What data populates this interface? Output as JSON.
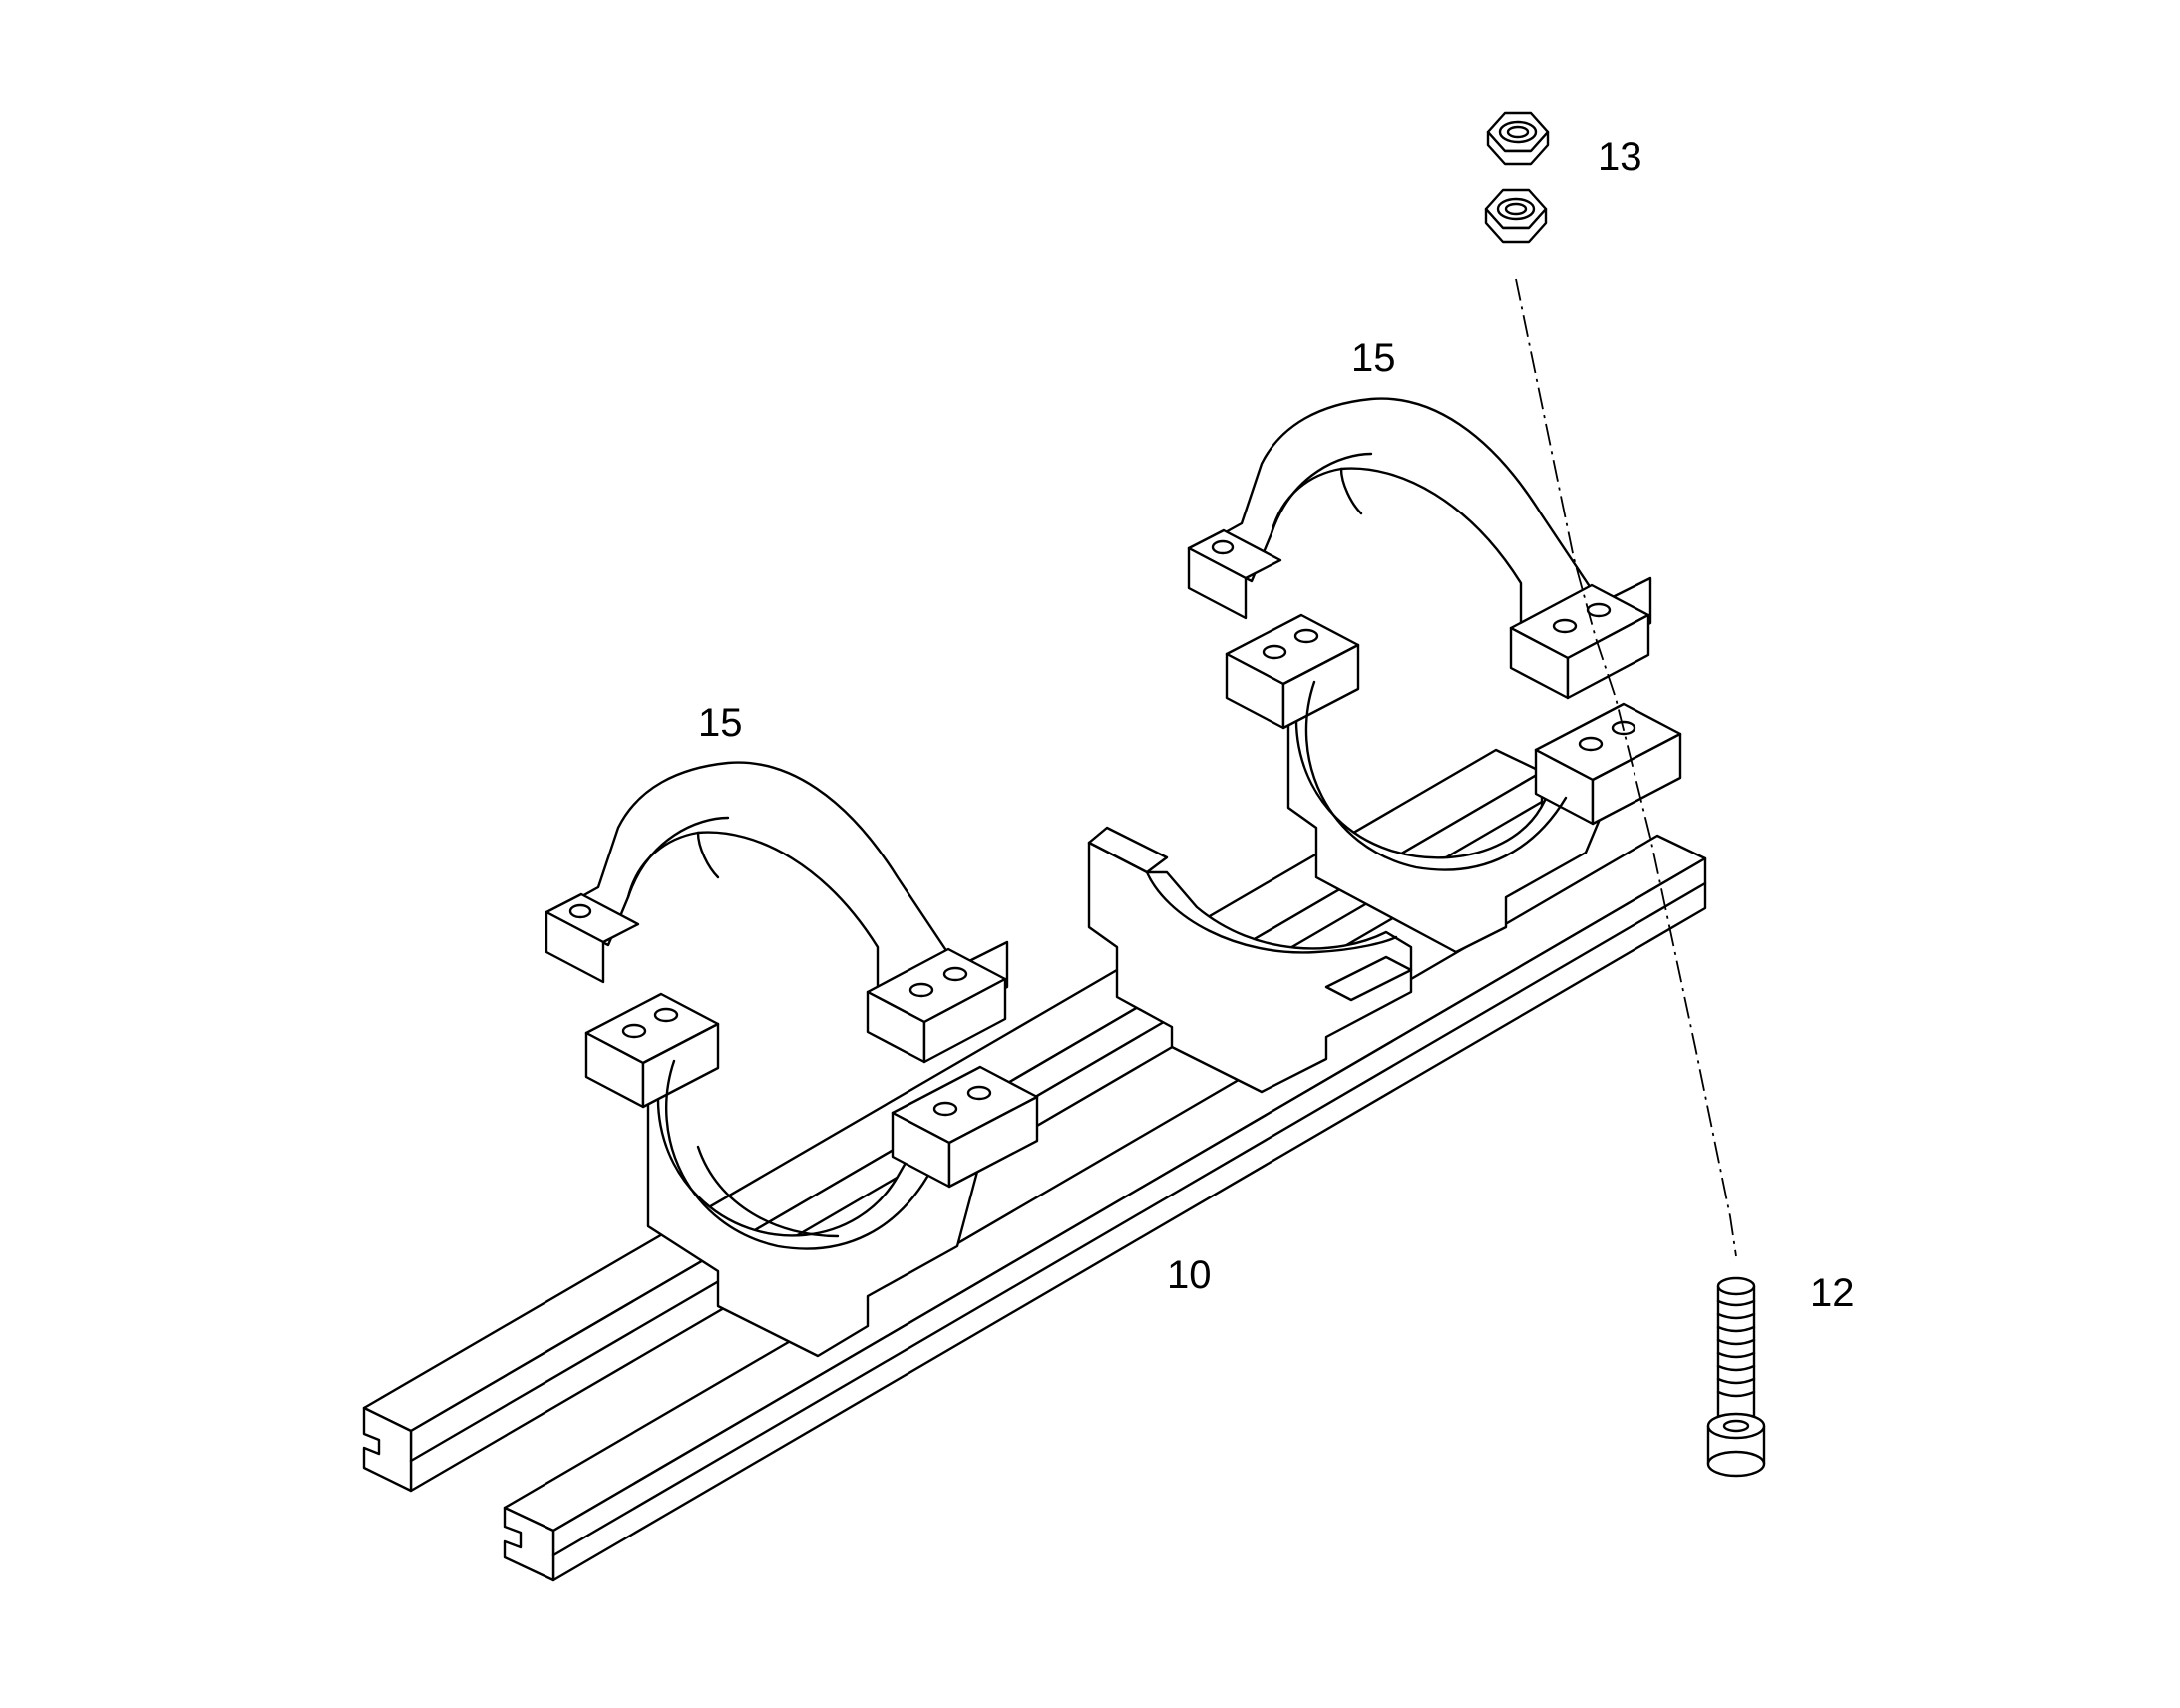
{
  "figure": {
    "labels": [
      {
        "id": "rail",
        "text": "10"
      },
      {
        "id": "bolt",
        "text": "12"
      },
      {
        "id": "nuts",
        "text": "13"
      },
      {
        "id": "clamp-left",
        "text": "15"
      },
      {
        "id": "clamp-right",
        "text": "15"
      }
    ]
  }
}
